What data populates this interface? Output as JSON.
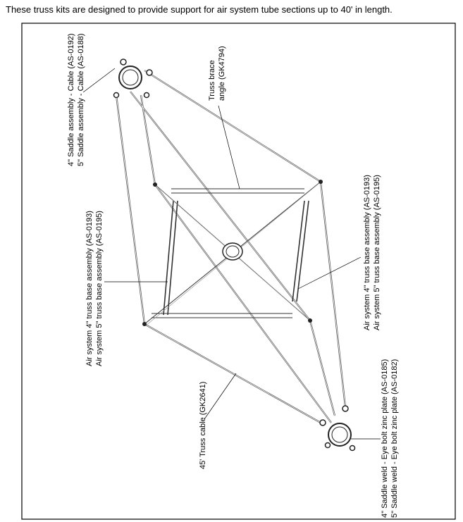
{
  "intro_text": "These truss kits are designed to provide support for air system tube sections up to 40' in length.",
  "diagram": {
    "labels": {
      "saddle_assembly": [
        "4\" Saddle assembly - Cable (AS-0192)",
        "5\" Saddle assembly - Cable (AS-0188)"
      ],
      "truss_brace": [
        "Truss brace",
        "angle (GK4794)"
      ],
      "truss_base_left": [
        "Air system 4\" truss base assembly (AS-0193)",
        "Air system 5\" truss base assembly (AS-0195)"
      ],
      "truss_base_right": [
        "Air system 4\" truss base assembly (AS-0193)",
        "Air system 5\" truss base assembly (AS-0195)"
      ],
      "truss_cable": [
        "45' Truss cable (GK2641)"
      ],
      "saddle_weld": [
        "4\" Saddle weld - Eye bolt zinc plate (AS-0185)",
        "5\" Saddle weld - Eye bolt zinc plate (AS-0182)"
      ]
    }
  }
}
